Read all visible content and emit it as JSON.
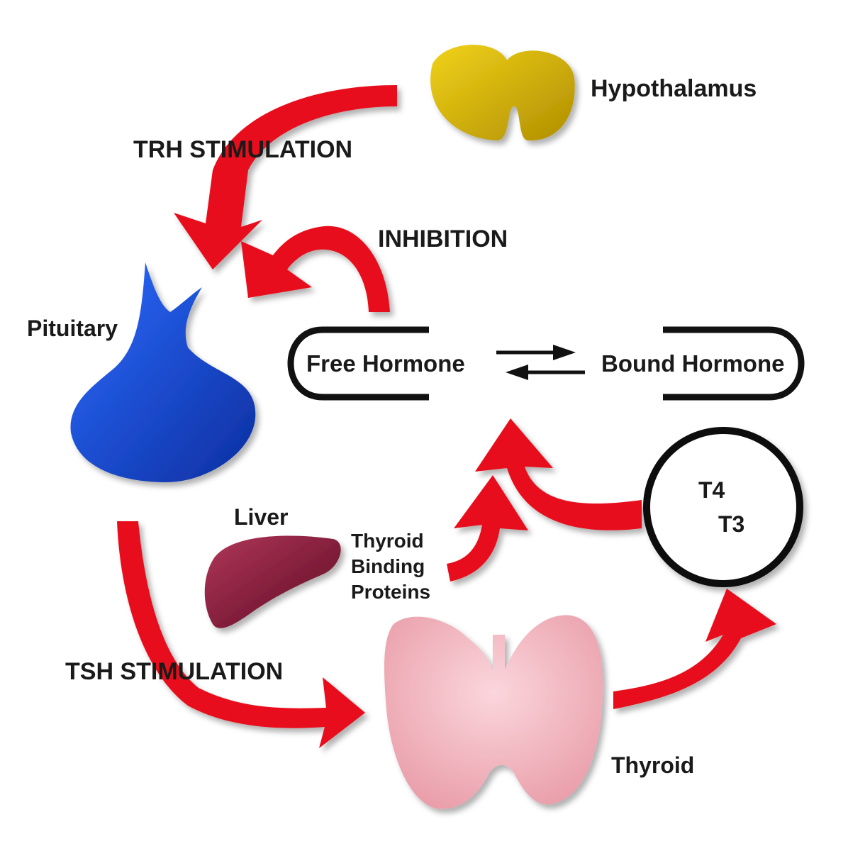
{
  "title": "Thyroid hormone regulation feedback loop",
  "organs": {
    "hypothalamus": "Hypothalamus",
    "pituitary": "Pituitary",
    "liver": "Liver",
    "thyroid": "Thyroid"
  },
  "arrows": {
    "trh": "TRH STIMULATION",
    "inhibition": "INHIBITION",
    "tsh": "TSH STIMULATION"
  },
  "equilibrium": {
    "free": "Free Hormone",
    "bound": "Bound Hormone"
  },
  "binding_proteins": [
    "Thyroid",
    "Binding",
    "Proteins"
  ],
  "hormones": [
    "T4",
    "T3"
  ],
  "colors": {
    "arrow": "#e8101a",
    "hypothalamus": "#d4b000",
    "pituitary": "#1446d8",
    "liver": "#8a1c3a",
    "thyroid": "#f3b4bd"
  }
}
